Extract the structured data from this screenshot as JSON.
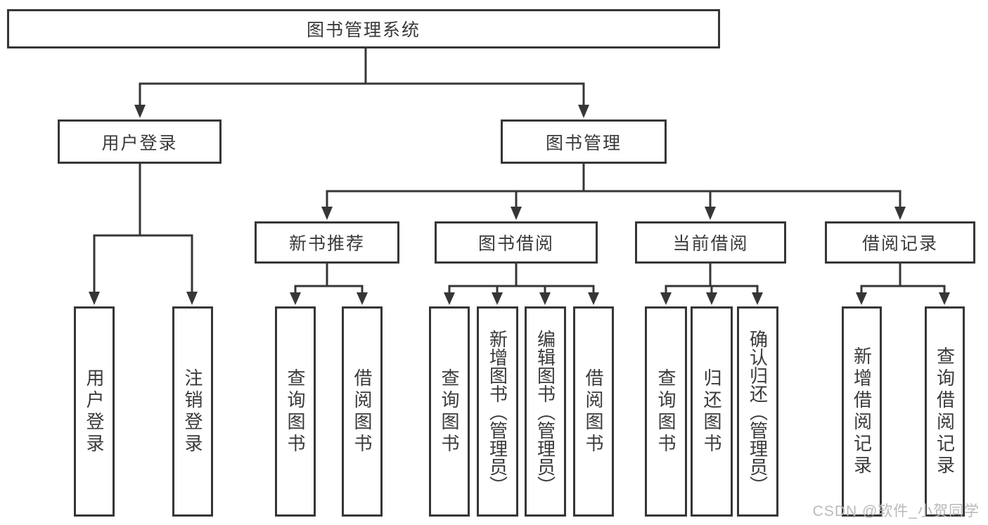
{
  "diagram": {
    "title": "图书管理系统",
    "branches": [
      {
        "label": "用户登录",
        "children": [
          {
            "label": "用户登录"
          },
          {
            "label": "注销登录"
          }
        ]
      },
      {
        "label": "图书管理",
        "groups": [
          {
            "label": "新书推荐",
            "children": [
              {
                "label": "查询图书"
              },
              {
                "label": "借阅图书"
              }
            ]
          },
          {
            "label": "图书借阅",
            "children": [
              {
                "label": "查询图书"
              },
              {
                "label": "新增图书（管理员）"
              },
              {
                "label": "编辑图书（管理员）"
              },
              {
                "label": "借阅图书"
              }
            ]
          },
          {
            "label": "当前借阅",
            "children": [
              {
                "label": "查询图书"
              },
              {
                "label": "归还图书"
              },
              {
                "label": "确认归还（管理员）"
              }
            ]
          },
          {
            "label": "借阅记录",
            "children": [
              {
                "label": "新增借阅记录"
              },
              {
                "label": "查询借阅记录"
              }
            ]
          }
        ]
      }
    ]
  },
  "watermark": {
    "text": "CSDN @软件_小贺同学"
  },
  "colors": {
    "line": "#363636",
    "text": "#3a3a3a",
    "watermark": "#b9b9b9",
    "background": "#ffffff"
  }
}
